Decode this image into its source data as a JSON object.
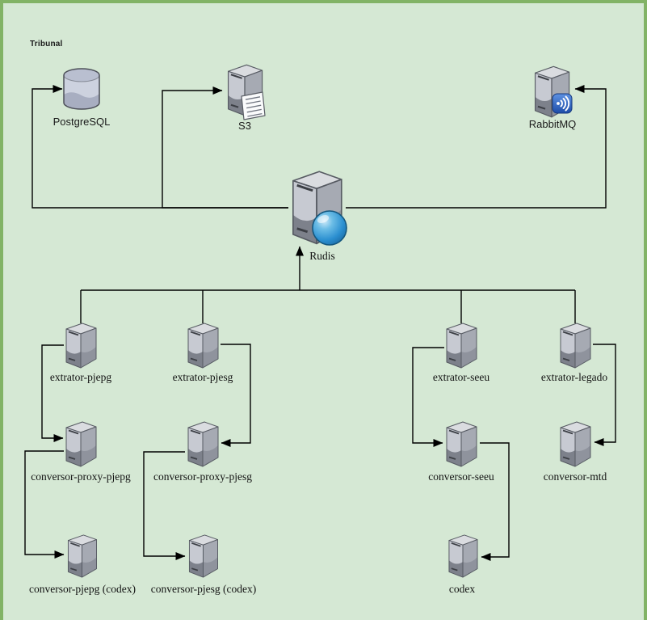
{
  "diagram": {
    "container_label": "Tribunal",
    "colors": {
      "background": "#d5e8d4",
      "frame_border": "#82b366",
      "edge_line": "#000000",
      "server_body_gray": "#c7cad2",
      "sphere_blue": "#2b8fd0",
      "badge_blue": "#1d4da9"
    },
    "nodes": {
      "postgresql": {
        "label": "PostgreSQL",
        "icon": "database-cylinder-icon"
      },
      "s3": {
        "label": "S3",
        "icon": "file-server-icon"
      },
      "rabbitmq": {
        "label": "RabbitMQ",
        "icon": "message-broker-server-icon"
      },
      "rudis": {
        "label": "Rudis",
        "icon": "server-globe-icon"
      },
      "extrator_pjepg": {
        "label": "extrator-pjepg",
        "icon": "server-icon"
      },
      "extrator_pjesg": {
        "label": "extrator-pjesg",
        "icon": "server-icon"
      },
      "extrator_seeu": {
        "label": "extrator-seeu",
        "icon": "server-icon"
      },
      "extrator_legado": {
        "label": "extrator-legado",
        "icon": "server-icon"
      },
      "conversor_proxy_pjepg": {
        "label": "conversor-proxy-pjepg",
        "icon": "server-icon"
      },
      "conversor_proxy_pjesg": {
        "label": "conversor-proxy-pjesg",
        "icon": "server-icon"
      },
      "conversor_seeu": {
        "label": "conversor-seeu",
        "icon": "server-icon"
      },
      "conversor_mtd": {
        "label": "conversor-mtd",
        "icon": "server-icon"
      },
      "conversor_pjepg_codex": {
        "label": "conversor-pjepg (codex)",
        "icon": "server-icon"
      },
      "conversor_pjesg_codex": {
        "label": "conversor-pjesg (codex)",
        "icon": "server-icon"
      },
      "codex": {
        "label": "codex",
        "icon": "server-icon"
      }
    },
    "edges": [
      {
        "from": "Rudis",
        "to": "PostgreSQL",
        "arrow": "into PostgreSQL"
      },
      {
        "from": "Rudis",
        "to": "S3",
        "arrow": "into S3"
      },
      {
        "from": "Rudis",
        "to": "RabbitMQ",
        "arrow": "into RabbitMQ"
      },
      {
        "from": "extrator bus",
        "to": "Rudis",
        "arrow": "into Rudis"
      },
      {
        "from": "extrator bus",
        "to": "extrator-pjepg"
      },
      {
        "from": "extrator bus",
        "to": "extrator-pjesg"
      },
      {
        "from": "extrator bus",
        "to": "extrator-seeu"
      },
      {
        "from": "extrator bus",
        "to": "extrator-legado"
      },
      {
        "from": "extrator-pjepg",
        "to": "conversor-proxy-pjepg",
        "arrow": "into conversor-proxy-pjepg"
      },
      {
        "from": "extrator-pjesg",
        "to": "conversor-proxy-pjesg",
        "arrow": "into conversor-proxy-pjesg"
      },
      {
        "from": "extrator-seeu",
        "to": "conversor-seeu",
        "arrow": "into conversor-seeu"
      },
      {
        "from": "extrator-legado",
        "to": "conversor-mtd",
        "arrow": "into conversor-mtd"
      },
      {
        "from": "conversor-proxy-pjepg",
        "to": "conversor-pjepg (codex)",
        "arrow": "into conversor-pjepg (codex)"
      },
      {
        "from": "conversor-proxy-pjesg",
        "to": "conversor-pjesg (codex)",
        "arrow": "into conversor-pjesg (codex)"
      },
      {
        "from": "conversor-seeu",
        "to": "codex",
        "arrow": "into codex"
      }
    ]
  }
}
